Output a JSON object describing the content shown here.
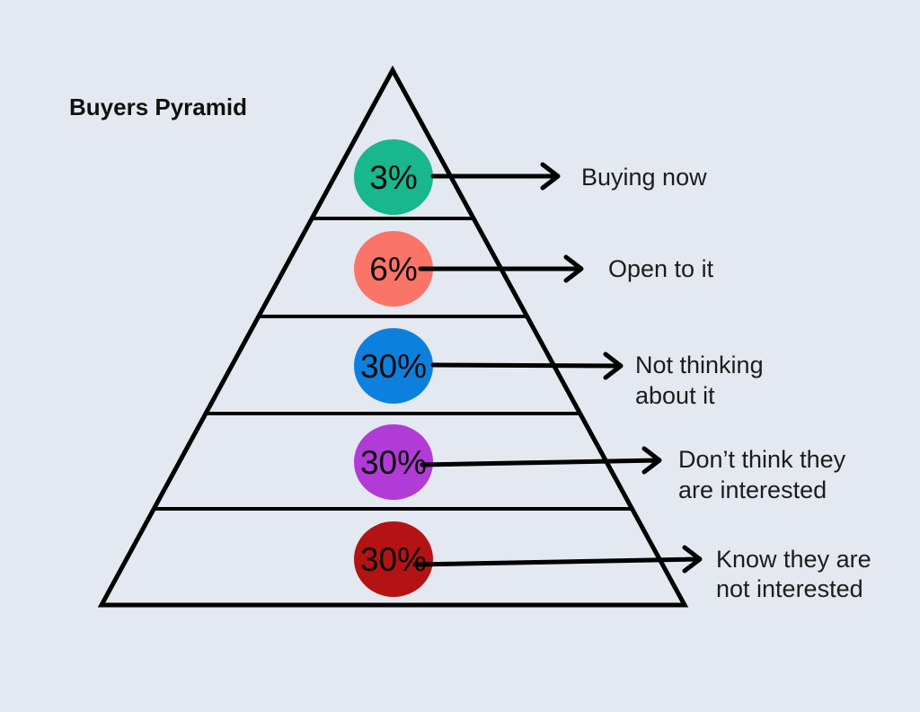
{
  "title": "Buyers Pyramid",
  "colors": {
    "background": "#e4e8f0",
    "pyramid_fill": "#f2f2f2",
    "outline": "#000000",
    "text": "#1c1c1c"
  },
  "pyramid": {
    "tiers": [
      {
        "percent": "3%",
        "label": "Buying now",
        "label_lines": [
          "Buying now"
        ],
        "color": "#18b78d"
      },
      {
        "percent": "6%",
        "label": "Open to it",
        "label_lines": [
          "Open to it"
        ],
        "color": "#fa7468"
      },
      {
        "percent": "30%",
        "label": "Not thinking about it",
        "label_lines": [
          "Not thinking",
          "about it"
        ],
        "color": "#0d80dd"
      },
      {
        "percent": "30%",
        "label": "Don’t think they are interested",
        "label_lines": [
          "Don’t think they",
          "are interested"
        ],
        "color": "#b03bd6"
      },
      {
        "percent": "30%",
        "label": "Know they are not interested",
        "label_lines": [
          "Know they are",
          "not interested"
        ],
        "color": "#b31312"
      }
    ]
  }
}
